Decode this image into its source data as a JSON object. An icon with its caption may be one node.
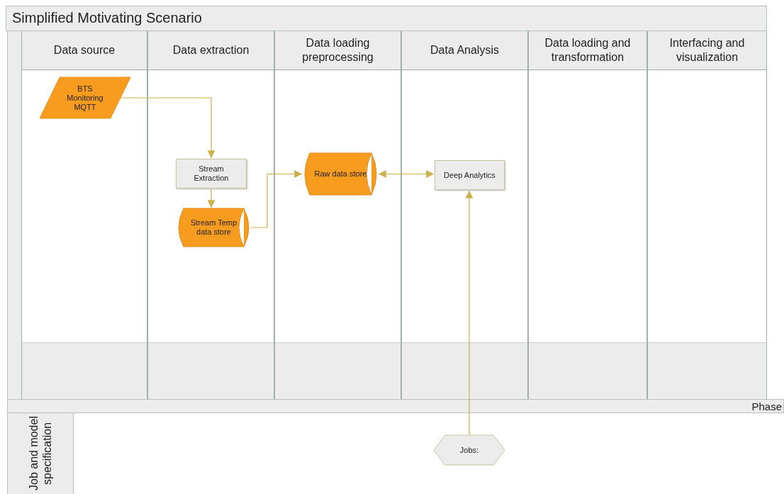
{
  "diagram": {
    "title": "Simplified Motivating Scenario",
    "nodes": [
      {
        "text": [
          "Data source"
        ]
      },
      {
        "text": [
          "BTS Monitoring MQTT"
        ],
        "in": 0
      },
      {
        "text": [
          "Data extraction"
        ]
      },
      {
        "text": [
          "Stream Extraction"
        ],
        "in": 2
      },
      {
        "text": [
          "Stream Temp data store"
        ],
        "in": 2
      },
      {
        "text": [
          "Data loading preprocessing"
        ]
      },
      {
        "text": [
          "Raw data store"
        ],
        "in": 5
      },
      {
        "text": [
          "Data Analysis"
        ]
      },
      {
        "text": [
          "Deep Analytics"
        ],
        "in": 7
      },
      {
        "text": [
          "Data loading and transformation"
        ]
      },
      {
        "text": [
          "Interfacing and visualization"
        ]
      },
      {
        "text": [
          "Job and model specification"
        ]
      },
      {
        "text": [
          "Jobs:"
        ],
        "in": 11
      }
    ],
    "edges": [
      {
        "from": 1,
        "to": 3,
        "arrow": "to"
      },
      {
        "from": 3,
        "to": 4,
        "arrow": "to"
      },
      {
        "from": 4,
        "to": 6,
        "arrow": "to"
      },
      {
        "from": 6,
        "to": 8,
        "arrow": "both"
      },
      {
        "from": 12,
        "to": 8,
        "arrow": "to"
      }
    ],
    "labels": [
      "Phase"
    ]
  }
}
